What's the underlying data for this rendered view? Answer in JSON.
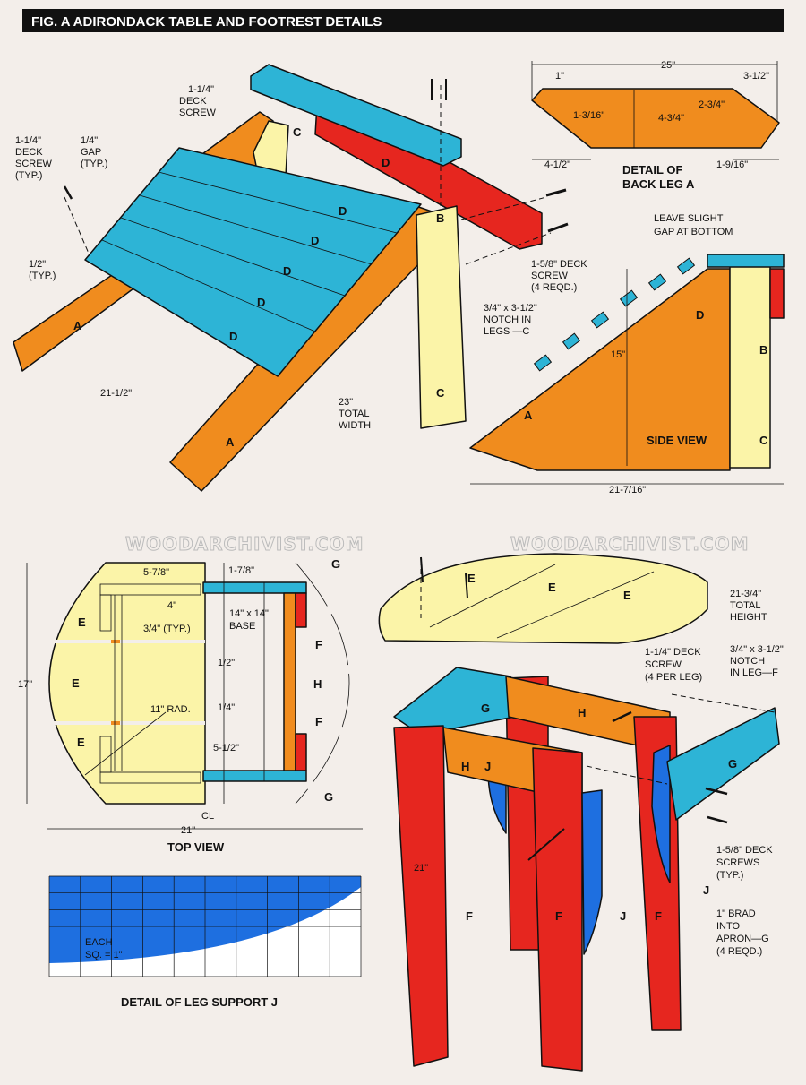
{
  "title": "FIG. A   ADIRONDACK TABLE AND FOOTREST DETAILS",
  "watermark": "WOODARCHIVIST.COM",
  "colors": {
    "slat": "#2db4d6",
    "leg": "#f08c1e",
    "red": "#e6261f",
    "yellow": "#fbf4a8",
    "blue": "#1f6fe0"
  },
  "footrest": {
    "deck_screw_top": [
      "1-1/4\"",
      "DECK",
      "SCREW"
    ],
    "deck_screw_typ": [
      "1-1/4\"",
      "DECK",
      "SCREW",
      "(TYP.)"
    ],
    "gap": [
      "1/4\"",
      "GAP",
      "(TYP.)"
    ],
    "half_typ": [
      "1/2\"",
      "(TYP.)"
    ],
    "width_2112": "21-1/2\"",
    "total_width": [
      "23\"",
      "TOTAL",
      "WIDTH"
    ],
    "deck_screw_158": [
      "1-5/8\" DECK",
      "SCREW",
      "(4 REQD.)"
    ],
    "notch": [
      "3/4\" x 3-1/2\"",
      "NOTCH IN",
      "LEGS —C"
    ],
    "parts": {
      "A": "A",
      "B": "B",
      "C": "C",
      "D": "D"
    }
  },
  "back_leg": {
    "overall": "25\"",
    "left_off": "1\"",
    "right_off": "3-1/2\"",
    "d1": "1-3/16\"",
    "d2": "4-3/4\"",
    "d3": "2-3/4\"",
    "d4": "4-1/2\"",
    "d5": "1-9/16\"",
    "caption": [
      "DETAIL OF",
      "BACK LEG A"
    ]
  },
  "side_view": {
    "note": [
      "LEAVE SLIGHT",
      "GAP AT BOTTOM"
    ],
    "height": "15\"",
    "length": "21-7/16\"",
    "caption": "SIDE VIEW"
  },
  "top_view": {
    "d_578": "5-7/8\"",
    "d_178": "1-7/8\"",
    "d_4": "4\"",
    "base": [
      "14\" x 14\"",
      "BASE"
    ],
    "d_34": "3/4\" (TYP.)",
    "d_12": "1/2\"",
    "d_17": "17\"",
    "rad": "11\" RAD.",
    "d_14": "1/4\"",
    "d_512": "5-1/2\"",
    "cl": "CL",
    "d_21": "21\"",
    "caption": "TOP VIEW",
    "parts": {
      "E": "E",
      "F": "F",
      "G": "G",
      "H": "H"
    }
  },
  "leg_support": {
    "scale": [
      "EACH",
      "SQ. = 1\""
    ],
    "caption": "DETAIL OF LEG SUPPORT J"
  },
  "table": {
    "total_height": [
      "21-3/4\"",
      "TOTAL",
      "HEIGHT"
    ],
    "deck_screw": [
      "1-1/4\" DECK",
      "SCREW",
      "(4 PER LEG)"
    ],
    "notch": [
      "3/4\" x 3-1/2\"",
      "NOTCH",
      "IN LEG—F"
    ],
    "screws_158": [
      "1-5/8\" DECK",
      "SCREWS",
      "(TYP.)"
    ],
    "brad": [
      "1\" BRAD",
      "INTO",
      "APRON—G",
      "(4 REQD.)"
    ],
    "leg_height": "21\"",
    "parts": {
      "E": "E",
      "F": "F",
      "G": "G",
      "H": "H",
      "J": "J"
    }
  }
}
